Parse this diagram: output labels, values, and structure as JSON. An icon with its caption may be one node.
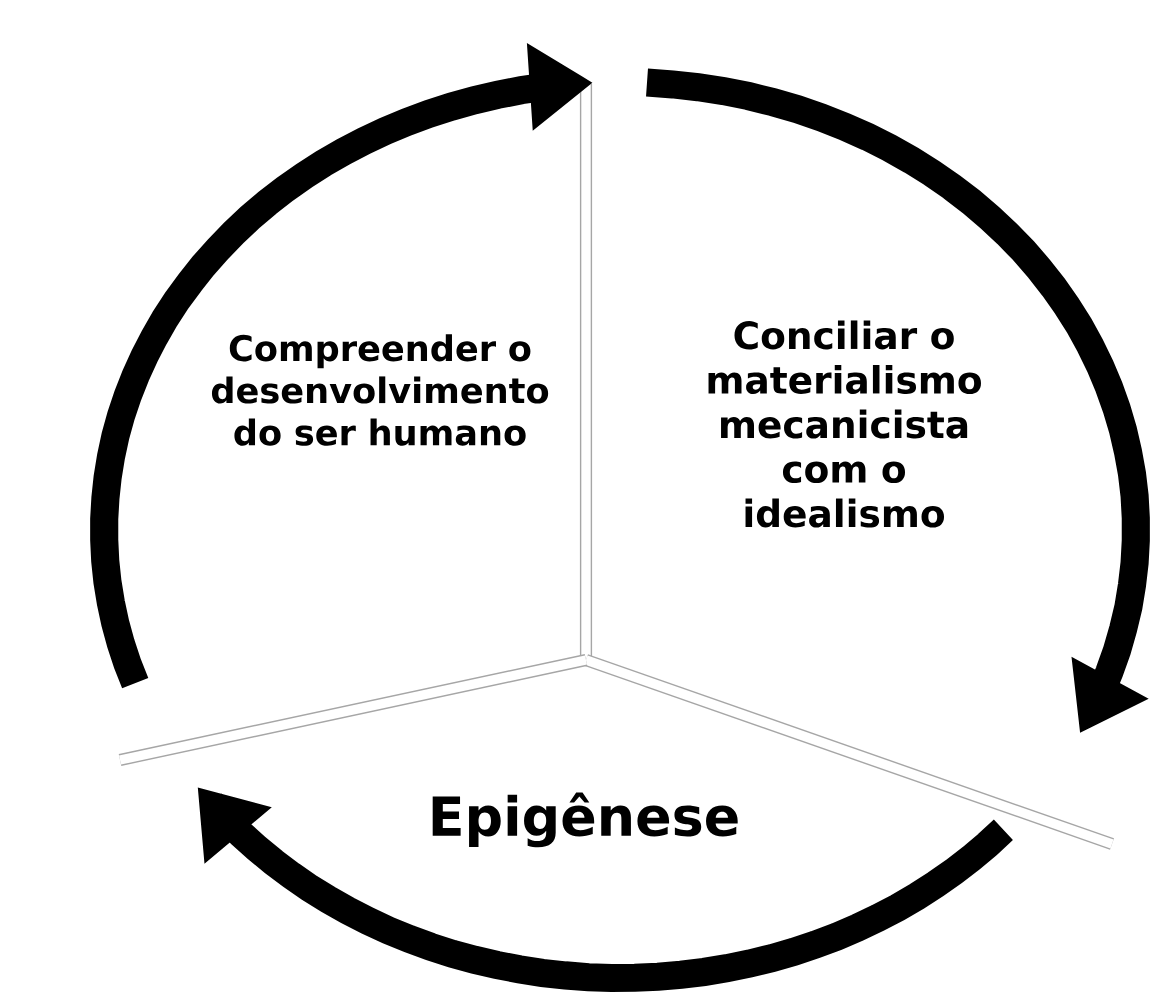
{
  "diagram": {
    "nodes": [
      {
        "text": [
          "Compreender o desenvolvimento do ser humano"
        ]
      },
      {
        "text": [
          "Conciliar o materialismo mecanicista com o idealismo"
        ]
      },
      {
        "text": [
          "Epigênese"
        ]
      }
    ]
  }
}
